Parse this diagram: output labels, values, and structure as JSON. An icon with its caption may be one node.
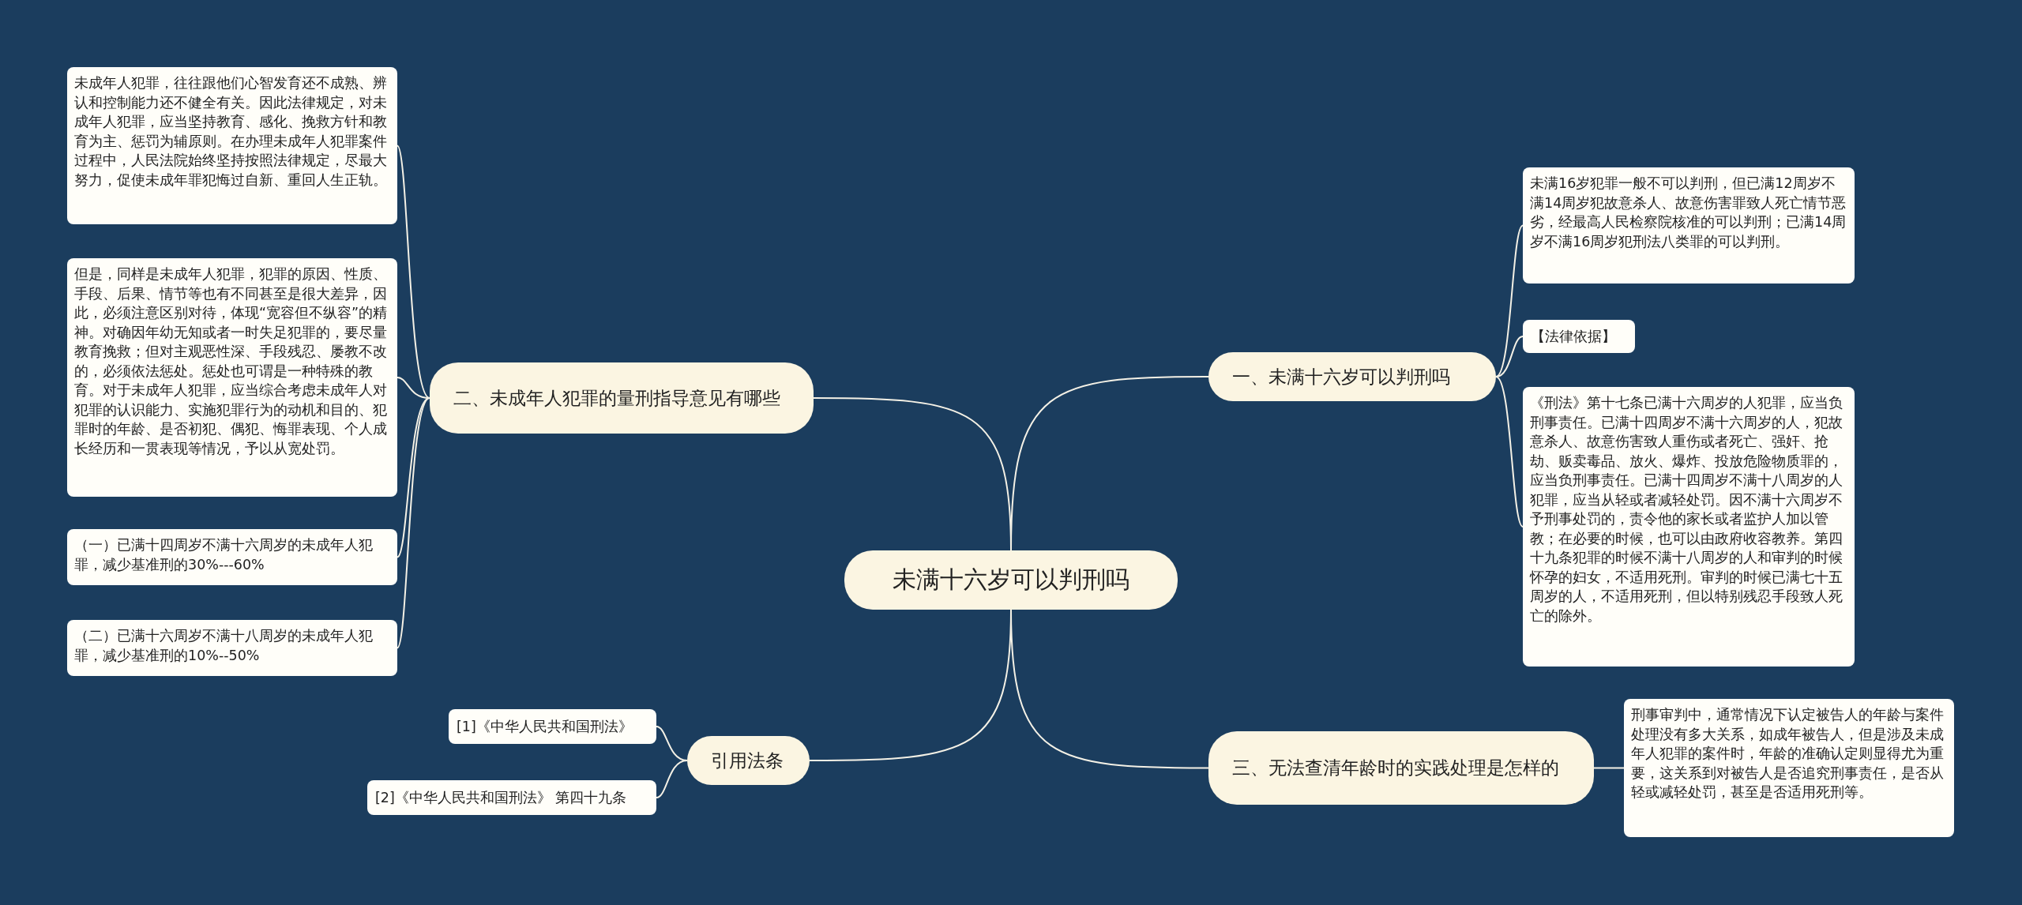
{
  "diagram": {
    "nodes": [
      {
        "text": [
          "未满十六岁可以判刑吗"
        ]
      },
      {
        "text": [
          "一、未满十六岁可以判刑吗"
        ]
      },
      {
        "text": [
          "未满16岁犯罪一般不可以判刑，但已满12周岁不满14周岁犯故意杀人、故意伤害罪致人死亡情节恶劣，经最高人民检察院核准的可以判刑；已满14周岁不满16周岁犯刑法八类罪的可以判刑。"
        ]
      },
      {
        "text": [
          "【法律依据】"
        ]
      },
      {
        "text": [
          "《刑法》第十七条已满十六周岁的人犯罪，应当负刑事责任。已满十四周岁不满十六周岁的人，犯故意杀人、故意伤害致人重伤或者死亡、强奸、抢劫、贩卖毒品、放火、爆炸、投放危险物质罪的，应当负刑事责任。已满十四周岁不满十八周岁的人犯罪，应当从轻或者减轻处罚。因不满十六周岁不予刑事处罚的，责令他的家长或者监护人加以管教；在必要的时候，也可以由政府收容教养。第四十九条犯罪的时候不满十八周岁的人和审判的时候怀孕的妇女，不适用死刑。审判的时候已满七十五周岁的人，不适用死刑，但以特别残忍手段致人死亡的除外。"
        ]
      },
      {
        "text": [
          "三、无法查清年龄时的实践处理是怎样的"
        ]
      },
      {
        "text": [
          "刑事审判中，通常情况下认定被告人的年龄与案件处理没有多大关系，如成年被告人，但是涉及未成年人犯罪的案件时，年龄的准确认定则显得尤为重要，这关系到对被告人是否追究刑事责任，是否从轻或减轻处罚，甚至是否适用死刑等。"
        ]
      },
      {
        "text": [
          "二、未成年人犯罪的量刑指导意见有哪些"
        ]
      },
      {
        "text": [
          "未成年人犯罪，往往跟他们心智发育还不成熟、辨认和控制能力还不健全有关。因此法律规定，对未成年人犯罪，应当坚持教育、感化、挽救方针和教育为主、惩罚为辅原则。在办理未成年人犯罪案件过程中，人民法院始终坚持按照法律规定，尽最大努力，促使未成年罪犯悔过自新、重回人生正轨。"
        ]
      },
      {
        "text": [
          "但是，同样是未成年人犯罪，犯罪的原因、性质、手段、后果、情节等也有不同甚至是很大差异，因此，必须注意区别对待，体现“宽容但不纵容”的精神。对确因年幼无知或者一时失足犯罪的，要尽量教育挽救；但对主观恶性深、手段残忍、屡教不改的，必须依法惩处。惩处也可谓是一种特殊的教育。对于未成年人犯罪，应当综合考虑未成年人对犯罪的认识能力、实施犯罪行为的动机和目的、犯罪时的年龄、是否初犯、偶犯、悔罪表现、个人成长经历和一贯表现等情况，予以从宽处罚。"
        ]
      },
      {
        "text": [
          "（一）已满十四周岁不满十六周岁的未成年人犯罪，减少基准刑的30%---60%"
        ]
      },
      {
        "text": [
          "（二）已满十六周岁不满十八周岁的未成年人犯罪，减少基准刑的10%--50%"
        ]
      },
      {
        "text": [
          "引用法条"
        ]
      },
      {
        "text": [
          "[1]《中华人民共和国刑法》"
        ]
      },
      {
        "text": [
          "[2]《中华人民共和国刑法》 第四十九条"
        ]
      }
    ],
    "edges": [
      {
        "from": 0,
        "to": 1,
        "arrow": "none"
      },
      {
        "from": 1,
        "to": 2,
        "arrow": "none"
      },
      {
        "from": 1,
        "to": 3,
        "arrow": "none"
      },
      {
        "from": 1,
        "to": 4,
        "arrow": "none"
      },
      {
        "from": 0,
        "to": 5,
        "arrow": "none"
      },
      {
        "from": 5,
        "to": 6,
        "arrow": "none"
      },
      {
        "from": 0,
        "to": 7,
        "arrow": "none"
      },
      {
        "from": 7,
        "to": 8,
        "arrow": "none"
      },
      {
        "from": 7,
        "to": 9,
        "arrow": "none"
      },
      {
        "from": 7,
        "to": 10,
        "arrow": "none"
      },
      {
        "from": 7,
        "to": 11,
        "arrow": "none"
      },
      {
        "from": 0,
        "to": 12,
        "arrow": "none"
      },
      {
        "from": 12,
        "to": 13,
        "arrow": "none"
      },
      {
        "from": 12,
        "to": 14,
        "arrow": "none"
      }
    ]
  }
}
